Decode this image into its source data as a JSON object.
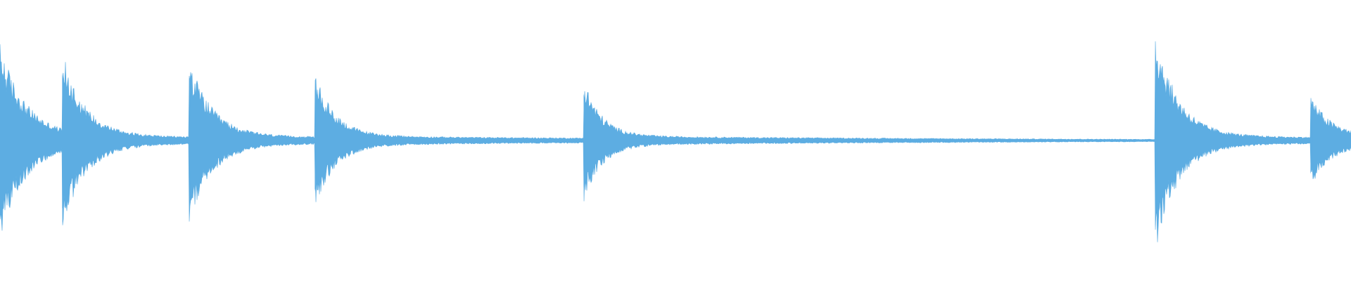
{
  "waveform": {
    "color": "#5dade2",
    "background": "#ffffff",
    "shape": "percussive-decay",
    "onsets": [
      {
        "time_fraction": 0.0,
        "peak": 0.56,
        "decay": 0.5
      },
      {
        "time_fraction": 0.046,
        "peak": 0.51,
        "decay": 0.45
      },
      {
        "time_fraction": 0.14,
        "peak": 0.47,
        "decay": 0.45
      },
      {
        "time_fraction": 0.233,
        "peak": 0.38,
        "decay": 0.4
      },
      {
        "time_fraction": 0.432,
        "peak": 0.35,
        "decay": 0.35
      },
      {
        "time_fraction": 0.855,
        "peak": 0.65,
        "decay": 0.45
      },
      {
        "time_fraction": 0.97,
        "peak": 0.25,
        "decay": 0.4
      }
    ],
    "sustain_level": 0.03,
    "floor_level": 0.004
  }
}
